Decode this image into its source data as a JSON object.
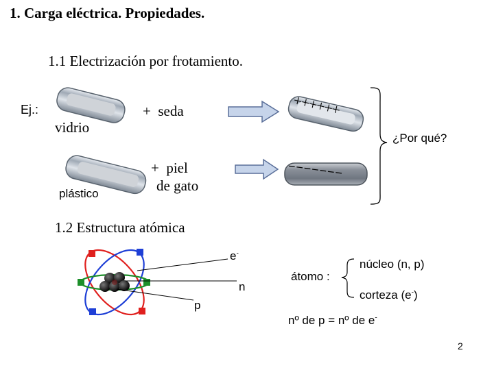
{
  "slide": {
    "title": "1.  Carga eléctrica. Propiedades.",
    "page_number": "2"
  },
  "section1": {
    "heading": "1.1 Electrización por frotamiento.",
    "example_label": "Ej.:",
    "row1": {
      "material": "vidrio",
      "rubbed_with": "+  seda",
      "charge_symbols": "++++++"
    },
    "row2": {
      "material": "plástico",
      "rubbed_with_line1": "+  piel",
      "rubbed_with_line2": "de gato",
      "charge_symbols": "−−−−−−−"
    },
    "question": "¿Por qué?"
  },
  "section2": {
    "heading": "1.2 Estructura atómica",
    "atom_labels": {
      "electron": "e",
      "electron_sup": "-",
      "neutron": "n",
      "proton": "p"
    },
    "atom_label": "átomo :",
    "nucleus": "núcleo (n, p)",
    "cortex": "corteza (e",
    "cortex_sup": "-",
    "cortex_end": ")",
    "equality": "nº de p = nº de e",
    "equality_sup": "-"
  },
  "colors": {
    "orbit_red": "#e0201e",
    "orbit_blue": "#1e3fd6",
    "orbit_green": "#1d8f2a",
    "arrow_fill": "#c6d4ea",
    "arrow_stroke": "#5a6f99"
  }
}
